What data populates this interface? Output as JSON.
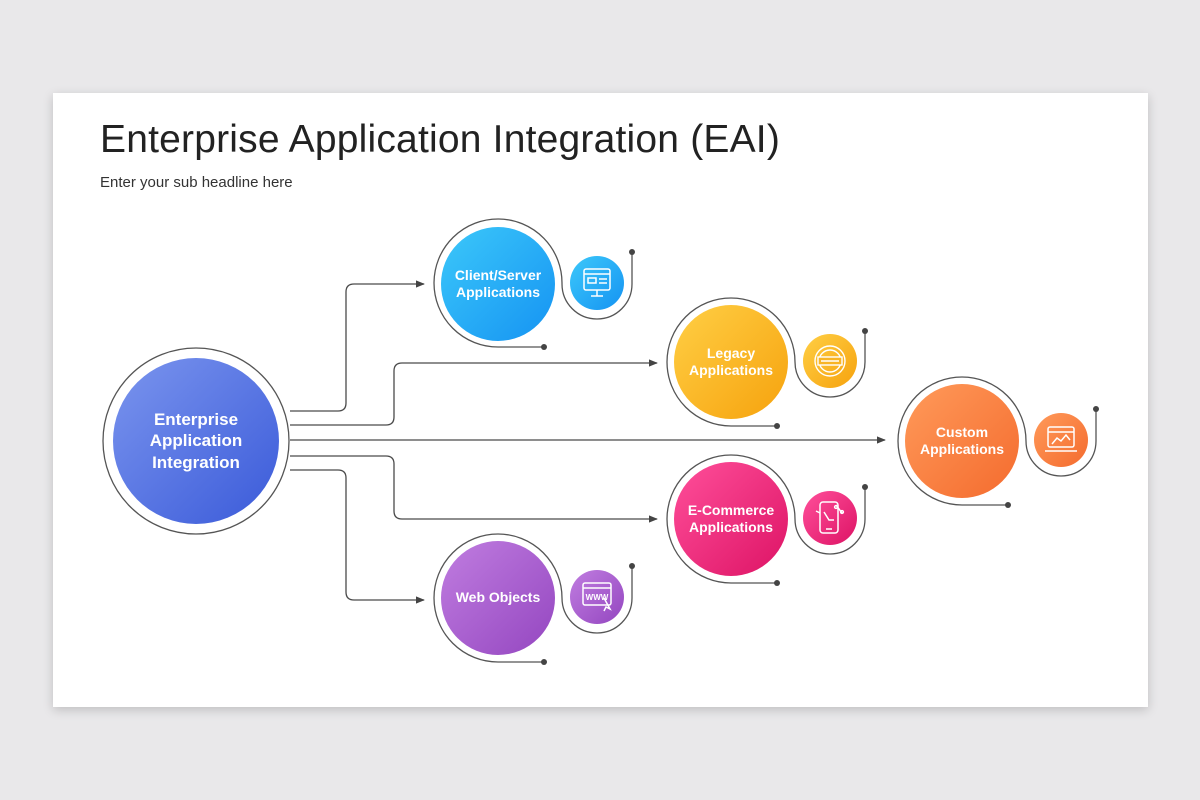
{
  "slide": {
    "title": "Enterprise Application Integration (EAI)",
    "subtitle": "Enter your sub headline here"
  },
  "hub": {
    "label": "Enterprise\nApplication\nIntegration",
    "color_start": "#7b95ee",
    "color_end": "#3a5ad9"
  },
  "nodes": [
    {
      "id": "client-server",
      "label": "Client/Server\nApplications",
      "icon": "web-page-icon",
      "color_start": "#3cc8fa",
      "color_end": "#1593f2"
    },
    {
      "id": "legacy",
      "label": "Legacy\nApplications",
      "icon": "legacy-badge-icon",
      "color_start": "#ffcf45",
      "color_end": "#f6a20d"
    },
    {
      "id": "custom",
      "label": "Custom\nApplications",
      "icon": "custom-dashboard-icon",
      "color_start": "#ff9a5a",
      "color_end": "#f46b2e"
    },
    {
      "id": "ecommerce",
      "label": "E-Commerce\nApplications",
      "icon": "mobile-shopping-icon",
      "color_start": "#ff4f9a",
      "color_end": "#dd1365"
    },
    {
      "id": "web-objects",
      "label": "Web Objects",
      "icon": "www-browser-icon",
      "color_start": "#c07de0",
      "color_end": "#9446c0"
    }
  ]
}
